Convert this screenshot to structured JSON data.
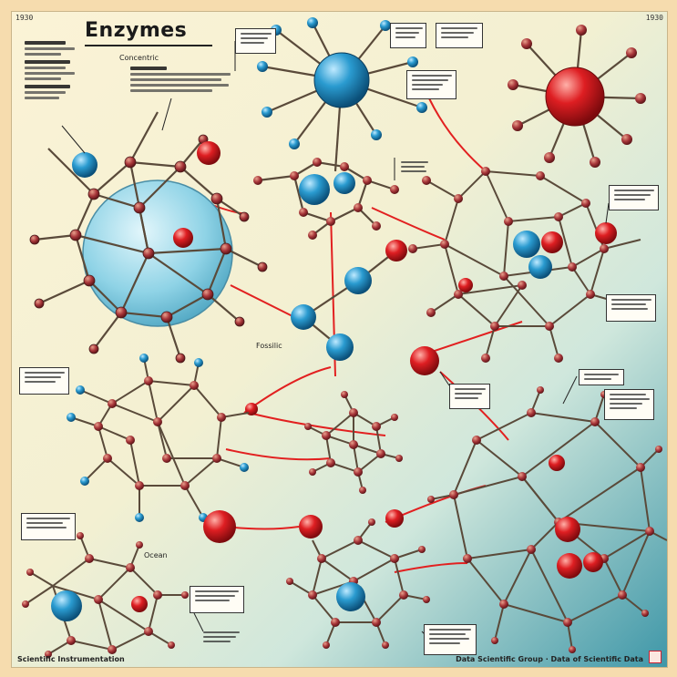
{
  "poster": {
    "title": "Enzymes",
    "corner_left": "1930",
    "corner_right": "1930",
    "label_top": "Concentric",
    "label_mid": "Fossilic",
    "label_lower": "Ocean",
    "footer_left": "Scientific Instrumentation",
    "footer_right": "Data Scientific Group · Data of Scientific Data"
  },
  "colors": {
    "red_atom": "#d8151c",
    "blue_atom": "#1e90c8",
    "bond": "#5a4a3a",
    "link": "#e22020"
  }
}
